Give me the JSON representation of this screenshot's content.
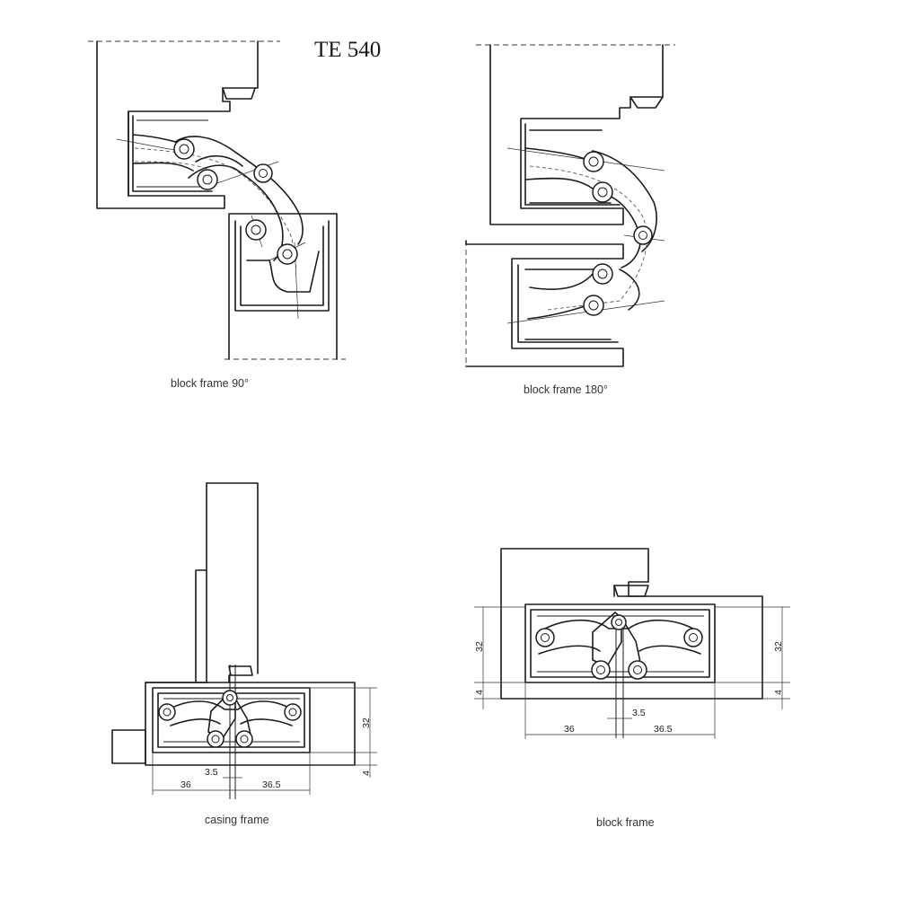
{
  "title": "TE 540",
  "captions": {
    "block_frame_90": "block frame 90°",
    "block_frame_180": "block frame 180°",
    "casing_frame": "casing frame",
    "block_frame": "block frame"
  },
  "casing_dims": {
    "height_main": "32",
    "height_small": "4",
    "offset": "3.5",
    "width_left": "36",
    "width_right": "36.5"
  },
  "block_dims": {
    "height_main_left": "32",
    "height_small_left": "4",
    "height_main_right": "32",
    "height_small_right": "4",
    "offset": "3.5",
    "width_left": "36",
    "width_right": "36.5"
  }
}
